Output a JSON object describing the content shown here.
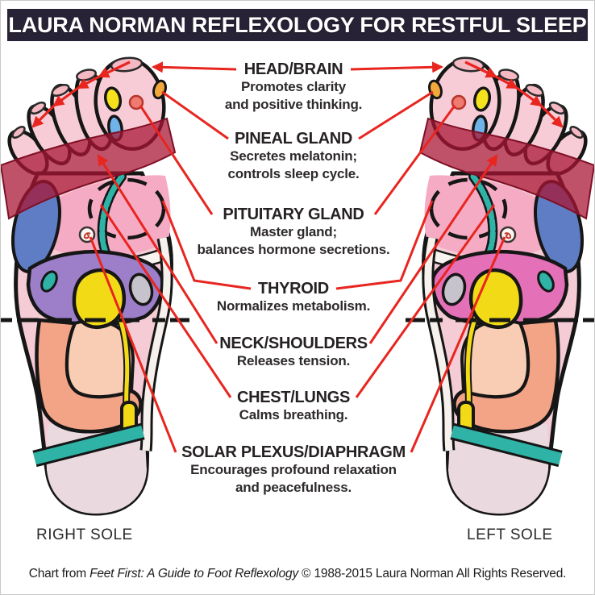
{
  "title": "LAURA NORMAN REFLEXOLOGY FOR RESTFUL SLEEP",
  "labels": [
    {
      "heading": "HEAD/BRAIN",
      "lines": [
        "Promotes clarity",
        "and positive thinking."
      ]
    },
    {
      "heading": "PINEAL GLAND",
      "lines": [
        "Secretes melatonin;",
        "controls sleep cycle."
      ]
    },
    {
      "heading": "PITUITARY GLAND",
      "lines": [
        "Master gland;",
        "balances hormone secretions."
      ]
    },
    {
      "heading": "THYROID",
      "lines": [
        "Normalizes metabolism."
      ]
    },
    {
      "heading": "NECK/SHOULDERS",
      "lines": [
        "Releases tension."
      ]
    },
    {
      "heading": "CHEST/LUNGS",
      "lines": [
        "Calms breathing."
      ]
    },
    {
      "heading": "SOLAR PLEXUS/DIAPHRAGM",
      "lines": [
        "Encourages profound relaxation",
        "and peacefulness."
      ]
    }
  ],
  "soles": {
    "right": "RIGHT SOLE",
    "left": "LEFT SOLE"
  },
  "footer": {
    "prefix": "Chart from ",
    "book": "Feet First: A Guide to Foot Reflexology",
    "suffix": " © 1988-2015 Laura Norman All Rights Reserved."
  },
  "colors": {
    "title_bg": "#282236",
    "connector_red": "#e8251f",
    "shoulder_band_red": "#a81634",
    "diaphragm_teal": "#2fb3a7",
    "liver_purple": "#9d7fc9",
    "stomach_magenta": "#e470b8",
    "kidney_yellow": "#f2db16",
    "intestine_salmon": "#f3a487",
    "lateral_blue": "#5f7dc4",
    "skin_pink": "#f5ccd5",
    "chest_pink": "#f6abc4",
    "pituitary_dot": "#ee7a70",
    "pineal_spot": "#f2a93b"
  }
}
